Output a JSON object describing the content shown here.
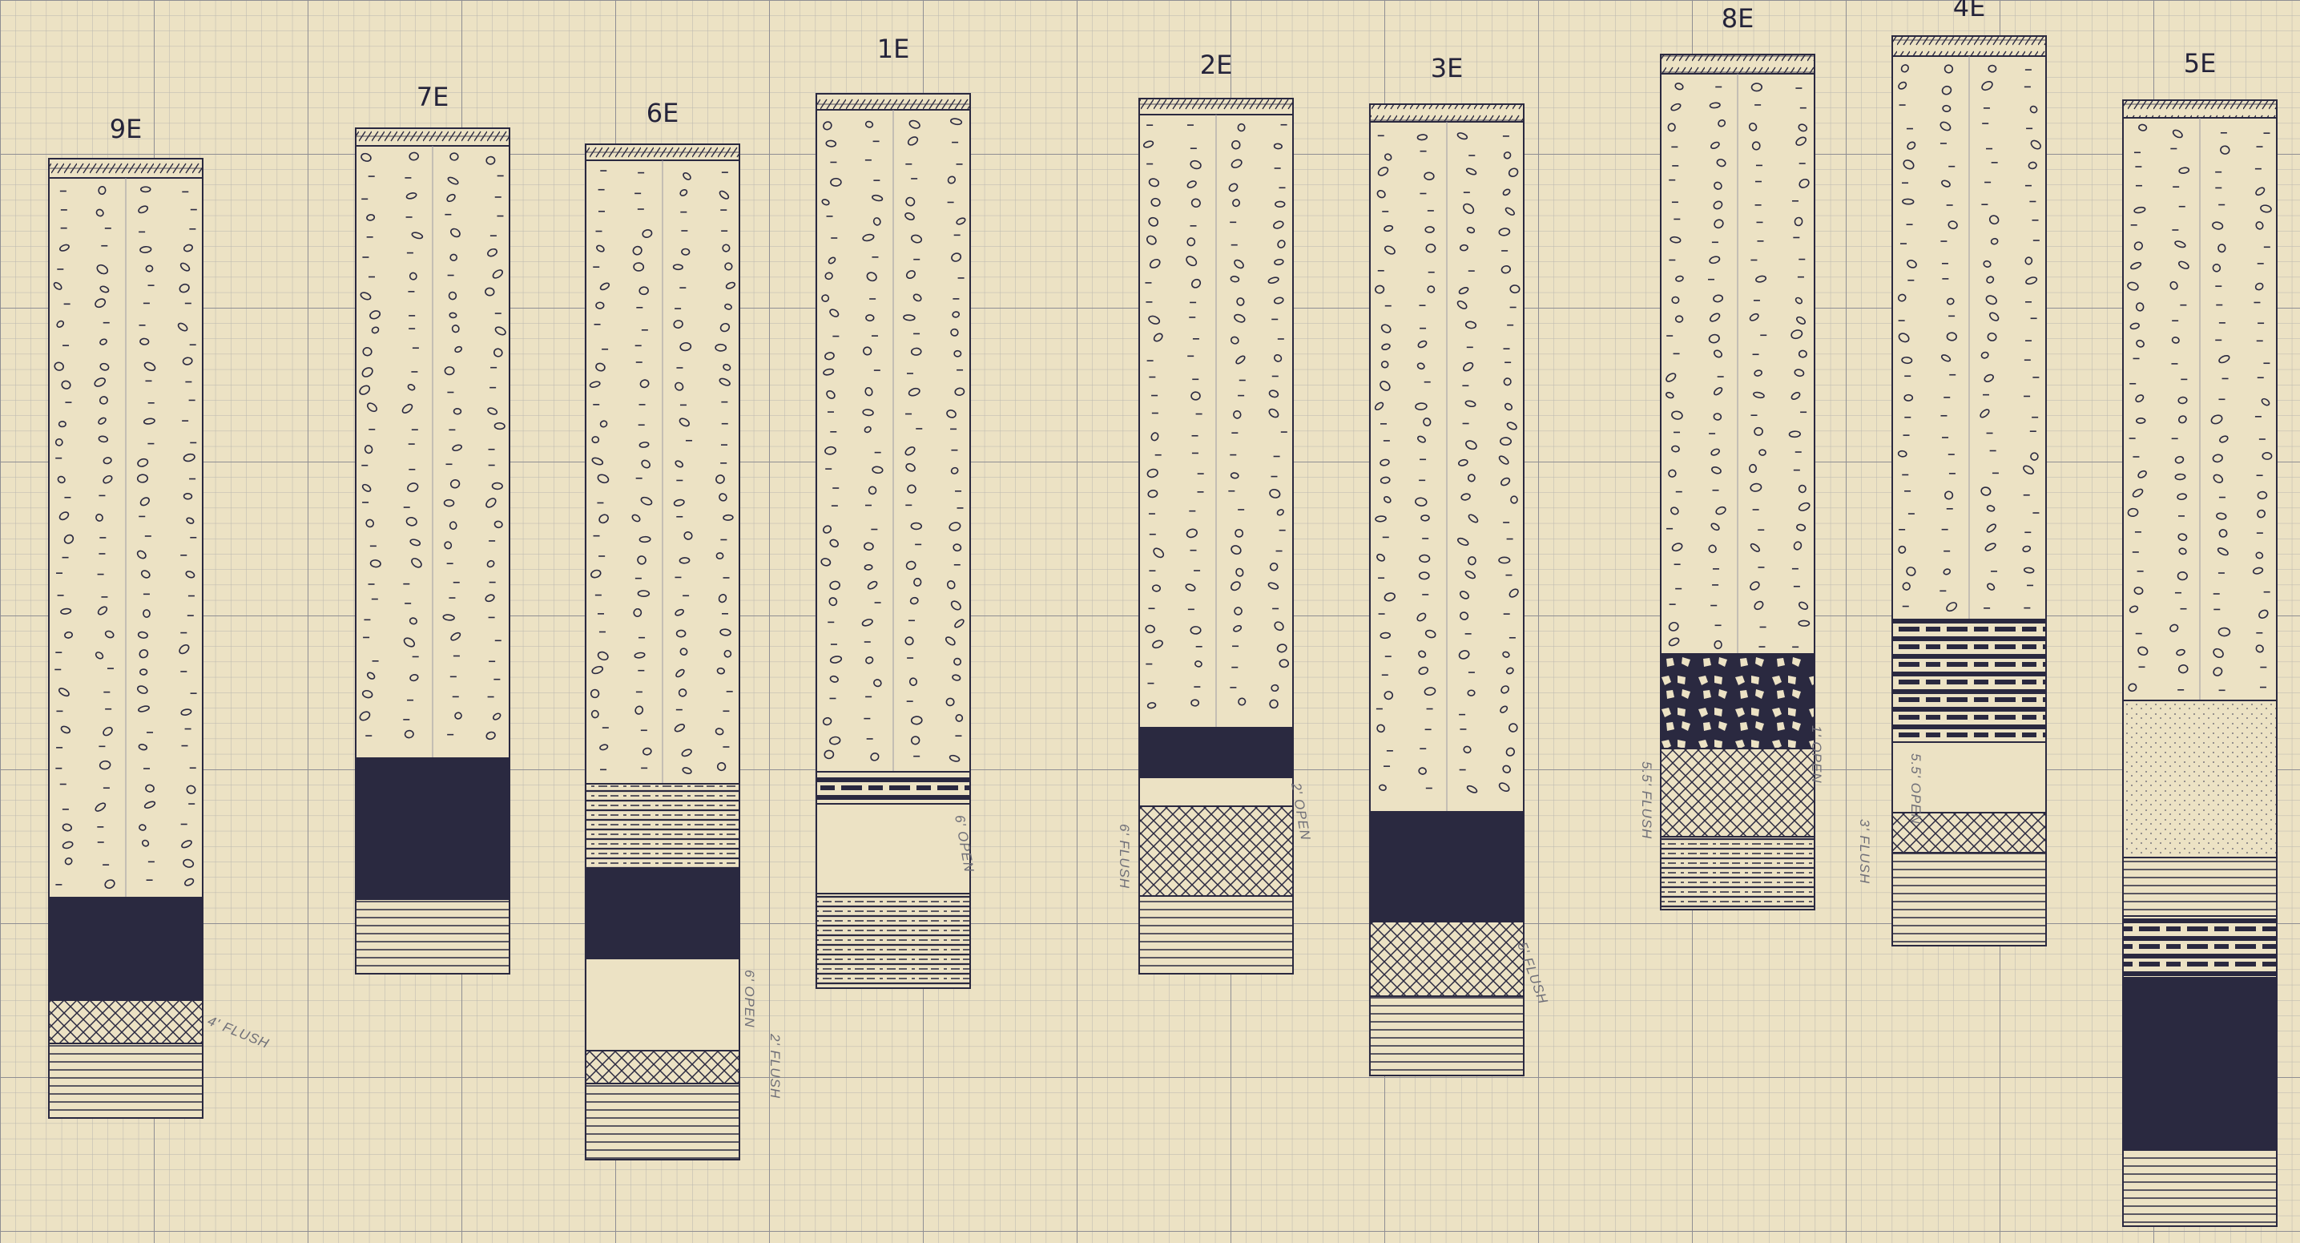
{
  "sheet": {
    "paper_color": "#ece2c4",
    "minor_grid_color": "#b9b6ae",
    "major_grid_color": "#8f8e93",
    "ink_color": "#2a2940"
  },
  "legend_patterns": [
    "topsoil",
    "gravel",
    "solid",
    "cross-hatch",
    "horizontal-lines",
    "dashed-lines",
    "blocky",
    "stipple",
    "open",
    "bar-dashes"
  ],
  "columns": [
    {
      "label": "9E",
      "layers": [
        {
          "pattern": "topsoil"
        },
        {
          "pattern": "gravel"
        },
        {
          "pattern": "solid"
        },
        {
          "pattern": "cross-hatch"
        },
        {
          "pattern": "horizontal-lines"
        }
      ],
      "notes": [
        {
          "text": "4' FLUSH"
        }
      ]
    },
    {
      "label": "7E",
      "layers": [
        {
          "pattern": "topsoil"
        },
        {
          "pattern": "gravel"
        },
        {
          "pattern": "solid"
        },
        {
          "pattern": "horizontal-lines"
        }
      ],
      "notes": []
    },
    {
      "label": "6E",
      "layers": [
        {
          "pattern": "topsoil"
        },
        {
          "pattern": "gravel"
        },
        {
          "pattern": "dashed-lines"
        },
        {
          "pattern": "solid"
        },
        {
          "pattern": "open"
        },
        {
          "pattern": "cross-hatch"
        },
        {
          "pattern": "horizontal-lines"
        }
      ],
      "notes": [
        {
          "text": "6' OPEN"
        },
        {
          "text": "2' FLUSH"
        }
      ]
    },
    {
      "label": "1E",
      "layers": [
        {
          "pattern": "topsoil"
        },
        {
          "pattern": "gravel"
        },
        {
          "pattern": "bar-dashes"
        },
        {
          "pattern": "open"
        },
        {
          "pattern": "dashed-lines"
        }
      ],
      "notes": [
        {
          "text": "6' OPEN"
        }
      ]
    },
    {
      "label": "2E",
      "layers": [
        {
          "pattern": "topsoil"
        },
        {
          "pattern": "gravel"
        },
        {
          "pattern": "solid"
        },
        {
          "pattern": "open"
        },
        {
          "pattern": "cross-hatch"
        },
        {
          "pattern": "horizontal-lines"
        }
      ],
      "notes": [
        {
          "text": "2' OPEN"
        },
        {
          "text": "6' FLUSH"
        }
      ]
    },
    {
      "label": "3E",
      "layers": [
        {
          "pattern": "topsoil"
        },
        {
          "pattern": "gravel"
        },
        {
          "pattern": "solid"
        },
        {
          "pattern": "cross-hatch"
        },
        {
          "pattern": "horizontal-lines"
        }
      ],
      "notes": [
        {
          "text": "5' FLUSH"
        }
      ]
    },
    {
      "label": "8E",
      "layers": [
        {
          "pattern": "topsoil"
        },
        {
          "pattern": "gravel"
        },
        {
          "pattern": "blocky"
        },
        {
          "pattern": "cross-hatch"
        },
        {
          "pattern": "dashed-lines"
        }
      ],
      "notes": [
        {
          "text": "5.5' FLUSH"
        },
        {
          "text": "1' OPEN"
        }
      ]
    },
    {
      "label": "4E",
      "layers": [
        {
          "pattern": "topsoil"
        },
        {
          "pattern": "gravel"
        },
        {
          "pattern": "bar-dashes"
        },
        {
          "pattern": "open"
        },
        {
          "pattern": "cross-hatch"
        },
        {
          "pattern": "horizontal-lines"
        }
      ],
      "notes": [
        {
          "text": "5.5' OPEN"
        },
        {
          "text": "3' FLUSH"
        }
      ]
    },
    {
      "label": "5E",
      "layers": [
        {
          "pattern": "topsoil"
        },
        {
          "pattern": "gravel"
        },
        {
          "pattern": "stipple"
        },
        {
          "pattern": "horizontal-lines"
        },
        {
          "pattern": "bar-dashes"
        },
        {
          "pattern": "solid"
        },
        {
          "pattern": "horizontal-lines"
        }
      ],
      "notes": []
    }
  ]
}
